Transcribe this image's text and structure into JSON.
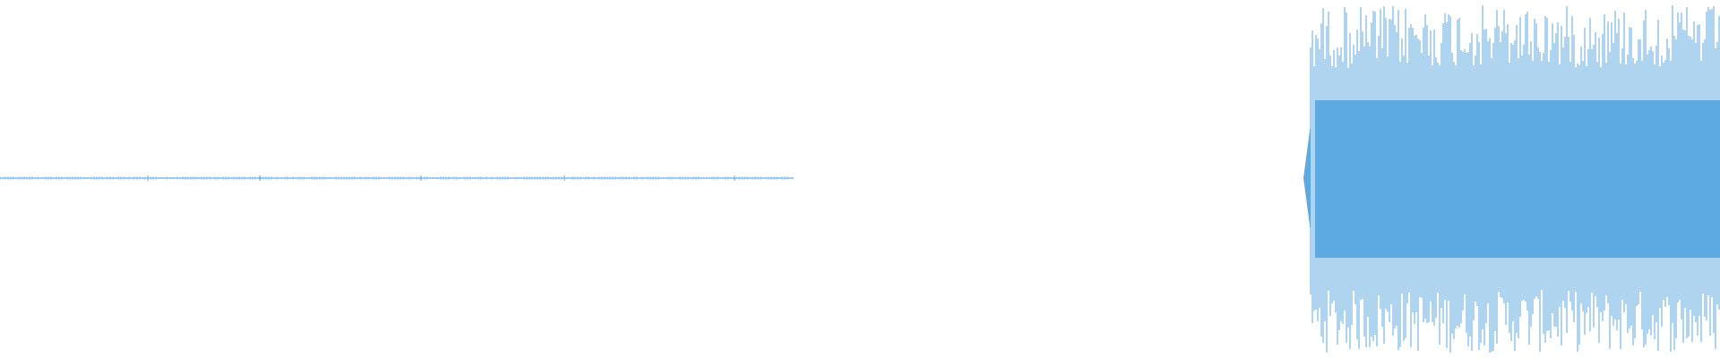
{
  "waveform": {
    "color": "#5DA9E1",
    "segments": [
      {
        "kind": "near-silent",
        "start_fraction": 0.0,
        "end_fraction": 0.462,
        "level": 0.004
      },
      {
        "kind": "silence",
        "start_fraction": 0.462,
        "end_fraction": 0.762,
        "level": 0.0
      },
      {
        "kind": "loud",
        "start_fraction": 0.762,
        "end_fraction": 1.0,
        "level": 0.95
      }
    ]
  }
}
